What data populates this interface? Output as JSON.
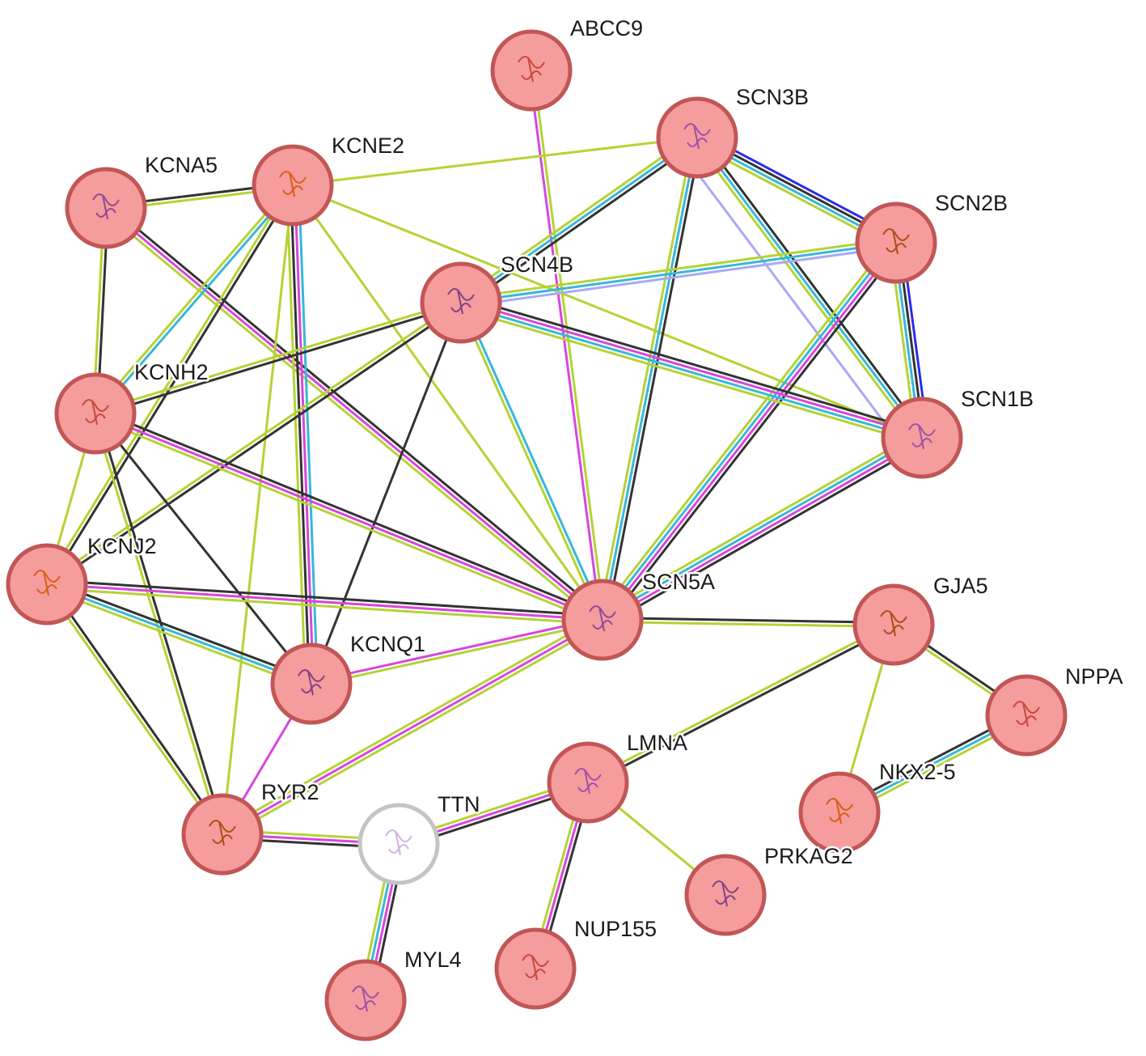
{
  "colors": {
    "node_fill": "#f59c9c",
    "node_stroke": "#c25656",
    "node_fill_empty": "#ffffff",
    "node_stroke_empty": "#c4c4c4",
    "edge_types": {
      "coexpression": "#333333",
      "textmining": "#b5d334",
      "experimental": "#d946dc",
      "database": "#37b8d9",
      "homology": "#2c2ce6",
      "homology_light": "#a9a9f5"
    }
  },
  "nodes": [
    {
      "id": "ABCC9",
      "label": "ABCC9",
      "structure": "protein-structure-icon"
    },
    {
      "id": "SCN3B",
      "label": "SCN3B",
      "structure": "protein-structure-icon"
    },
    {
      "id": "KCNE2",
      "label": "KCNE2",
      "structure": "protein-structure-icon"
    },
    {
      "id": "KCNA5",
      "label": "KCNA5",
      "structure": "protein-structure-icon"
    },
    {
      "id": "SCN2B",
      "label": "SCN2B",
      "structure": "protein-structure-icon"
    },
    {
      "id": "SCN4B",
      "label": "SCN4B",
      "structure": "protein-structure-icon"
    },
    {
      "id": "KCNH2",
      "label": "KCNH2",
      "structure": "protein-structure-icon"
    },
    {
      "id": "SCN1B",
      "label": "SCN1B",
      "structure": "protein-structure-icon"
    },
    {
      "id": "KCNJ2",
      "label": "KCNJ2",
      "structure": "protein-structure-icon"
    },
    {
      "id": "SCN5A",
      "label": "SCN5A",
      "structure": "protein-structure-icon"
    },
    {
      "id": "GJA5",
      "label": "GJA5",
      "structure": "protein-structure-icon"
    },
    {
      "id": "KCNQ1",
      "label": "KCNQ1",
      "structure": "protein-structure-icon"
    },
    {
      "id": "NPPA",
      "label": "NPPA",
      "structure": "protein-structure-icon"
    },
    {
      "id": "LMNA",
      "label": "LMNA",
      "structure": "protein-structure-icon"
    },
    {
      "id": "NKX2-5",
      "label": "NKX2-5",
      "structure": "protein-structure-icon"
    },
    {
      "id": "TTN",
      "label": "TTN",
      "structure": "protein-structure-icon",
      "empty": true
    },
    {
      "id": "RYR2",
      "label": "RYR2",
      "structure": "protein-structure-icon"
    },
    {
      "id": "PRKAG2",
      "label": "PRKAG2",
      "structure": "protein-structure-icon"
    },
    {
      "id": "NUP155",
      "label": "NUP155",
      "structure": "protein-structure-icon"
    },
    {
      "id": "MYL4",
      "label": "MYL4",
      "structure": "protein-structure-icon"
    }
  ],
  "edges": [
    {
      "source": "ABCC9",
      "target": "SCN5A",
      "types": [
        "textmining",
        "experimental"
      ]
    },
    {
      "source": "KCNA5",
      "target": "KCNE2",
      "types": [
        "coexpression",
        "textmining"
      ]
    },
    {
      "source": "KCNA5",
      "target": "KCNH2",
      "types": [
        "coexpression",
        "textmining"
      ]
    },
    {
      "source": "KCNA5",
      "target": "SCN5A",
      "types": [
        "coexpression",
        "experimental",
        "textmining"
      ]
    },
    {
      "source": "KCNE2",
      "target": "SCN3B",
      "types": [
        "textmining"
      ]
    },
    {
      "source": "KCNE2",
      "target": "KCNH2",
      "types": [
        "database",
        "textmining"
      ]
    },
    {
      "source": "KCNE2",
      "target": "KCNQ1",
      "types": [
        "database",
        "experimental",
        "coexpression",
        "textmining"
      ]
    },
    {
      "source": "KCNE2",
      "target": "KCNJ2",
      "types": [
        "coexpression",
        "textmining"
      ]
    },
    {
      "source": "KCNE2",
      "target": "SCN5A",
      "types": [
        "textmining"
      ]
    },
    {
      "source": "KCNE2",
      "target": "SCN1B",
      "types": [
        "textmining"
      ]
    },
    {
      "source": "KCNE2",
      "target": "RYR2",
      "types": [
        "textmining"
      ]
    },
    {
      "source": "SCN3B",
      "target": "SCN2B",
      "types": [
        "homology",
        "coexpression",
        "database",
        "textmining"
      ]
    },
    {
      "source": "SCN3B",
      "target": "SCN1B",
      "types": [
        "coexpression",
        "database",
        "textmining"
      ]
    },
    {
      "source": "SCN3B",
      "target": "SCN4B",
      "types": [
        "coexpression",
        "database",
        "textmining"
      ]
    },
    {
      "source": "SCN3B",
      "target": "SCN5A",
      "types": [
        "coexpression",
        "database",
        "textmining"
      ]
    },
    {
      "source": "SCN3B",
      "target": "SCN1B",
      "types": [
        "homology_light"
      ],
      "offset": 26
    },
    {
      "source": "SCN2B",
      "target": "SCN1B",
      "types": [
        "homology",
        "coexpression",
        "database",
        "textmining"
      ]
    },
    {
      "source": "SCN2B",
      "target": "SCN4B",
      "types": [
        "homology_light",
        "database",
        "textmining"
      ]
    },
    {
      "source": "SCN2B",
      "target": "SCN5A",
      "types": [
        "coexpression",
        "experimental",
        "database",
        "textmining"
      ]
    },
    {
      "source": "SCN4B",
      "target": "SCN1B",
      "types": [
        "coexpression",
        "experimental",
        "database",
        "textmining"
      ]
    },
    {
      "source": "SCN4B",
      "target": "SCN5A",
      "types": [
        "database",
        "textmining"
      ]
    },
    {
      "source": "SCN4B",
      "target": "KCNH2",
      "types": [
        "coexpression",
        "textmining"
      ]
    },
    {
      "source": "SCN4B",
      "target": "KCNJ2",
      "types": [
        "coexpression",
        "textmining"
      ]
    },
    {
      "source": "SCN4B",
      "target": "KCNQ1",
      "types": [
        "coexpression"
      ]
    },
    {
      "source": "SCN1B",
      "target": "SCN5A",
      "types": [
        "coexpression",
        "experimental",
        "database",
        "textmining"
      ]
    },
    {
      "source": "KCNH2",
      "target": "SCN5A",
      "types": [
        "coexpression",
        "experimental",
        "textmining"
      ]
    },
    {
      "source": "KCNH2",
      "target": "KCNJ2",
      "types": [
        "textmining"
      ]
    },
    {
      "source": "KCNH2",
      "target": "KCNQ1",
      "types": [
        "coexpression"
      ]
    },
    {
      "source": "KCNH2",
      "target": "RYR2",
      "types": [
        "coexpression",
        "textmining"
      ]
    },
    {
      "source": "KCNJ2",
      "target": "SCN5A",
      "types": [
        "coexpression",
        "experimental",
        "textmining"
      ]
    },
    {
      "source": "KCNJ2",
      "target": "KCNQ1",
      "types": [
        "coexpression",
        "database",
        "textmining"
      ]
    },
    {
      "source": "KCNJ2",
      "target": "RYR2",
      "types": [
        "coexpression",
        "textmining"
      ]
    },
    {
      "source": "KCNQ1",
      "target": "SCN5A",
      "types": [
        "experimental",
        "textmining"
      ]
    },
    {
      "source": "KCNQ1",
      "target": "RYR2",
      "types": [
        "experimental"
      ]
    },
    {
      "source": "SCN5A",
      "target": "GJA5",
      "types": [
        "coexpression",
        "textmining"
      ]
    },
    {
      "source": "SCN5A",
      "target": "RYR2",
      "types": [
        "textmining",
        "experimental",
        "textmining"
      ]
    },
    {
      "source": "GJA5",
      "target": "NPPA",
      "types": [
        "coexpression",
        "textmining"
      ]
    },
    {
      "source": "GJA5",
      "target": "LMNA",
      "types": [
        "coexpression",
        "textmining"
      ]
    },
    {
      "source": "GJA5",
      "target": "NKX2-5",
      "types": [
        "textmining"
      ]
    },
    {
      "source": "NPPA",
      "target": "NKX2-5",
      "types": [
        "textmining",
        "database",
        "coexpression"
      ]
    },
    {
      "source": "LMNA",
      "target": "TTN",
      "types": [
        "coexpression",
        "experimental",
        "textmining"
      ]
    },
    {
      "source": "LMNA",
      "target": "NUP155",
      "types": [
        "coexpression",
        "experimental",
        "textmining"
      ]
    },
    {
      "source": "LMNA",
      "target": "PRKAG2",
      "types": [
        "textmining"
      ]
    },
    {
      "source": "TTN",
      "target": "RYR2",
      "types": [
        "coexpression",
        "experimental",
        "textmining"
      ]
    },
    {
      "source": "TTN",
      "target": "MYL4",
      "types": [
        "coexpression",
        "experimental",
        "database",
        "textmining"
      ]
    }
  ]
}
